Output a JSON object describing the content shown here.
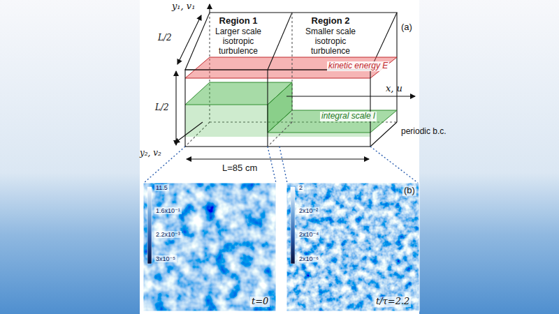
{
  "diagram": {
    "nodes": [
      {
        "text": [
          "Region 1",
          "Larger scale isotropic turbulence"
        ]
      },
      {
        "text": [
          "Region 2",
          "Smaller scale isotropic turbulence"
        ]
      }
    ],
    "labels": [
      "y₁, v₁",
      "(a)",
      "L/2",
      "kinetic energy E",
      "x, u",
      "L/2",
      "integral scale l",
      "y₂, v₂",
      "L=85 cm",
      "periodic b.c.",
      "11.5",
      "1.6x10⁻¹",
      "2.2x10⁻³",
      "3x10⁻⁵",
      "t=0",
      "(b)",
      "2",
      "2x10⁻²",
      "2x10⁻⁴",
      "2x10⁻⁶",
      "t/τ=2.2"
    ]
  }
}
